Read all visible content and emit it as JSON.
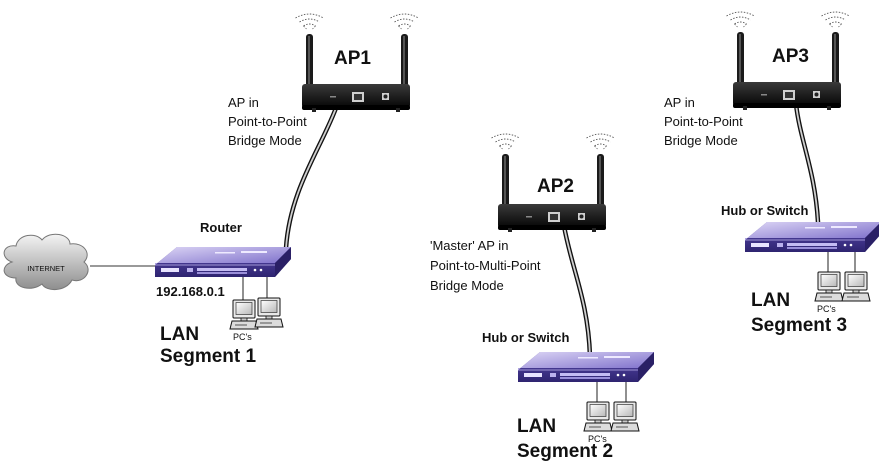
{
  "internet": {
    "label": "INTERNET"
  },
  "router": {
    "label": "Router",
    "ip": "192.168.0.1"
  },
  "ap1": {
    "title": "AP1",
    "mode_lines": [
      "AP in",
      "Point-to-Point",
      "Bridge Mode"
    ]
  },
  "ap2": {
    "title": "AP2",
    "mode_lines": [
      "'Master' AP in",
      "Point-to-Multi-Point",
      "Bridge Mode"
    ]
  },
  "ap3": {
    "title": "AP3",
    "mode_lines": [
      "AP in",
      "Point-to-Point",
      "Bridge Mode"
    ]
  },
  "hub2": {
    "label": "Hub or Switch"
  },
  "hub3": {
    "label": "Hub or Switch"
  },
  "segments": [
    {
      "line1": "LAN",
      "line2": "Segment 1",
      "pcs_label": "PC's"
    },
    {
      "line1": "LAN",
      "line2": "Segment 2",
      "pcs_label": "PC's"
    },
    {
      "line1": "LAN",
      "line2": "Segment 3",
      "pcs_label": "PC's"
    }
  ]
}
